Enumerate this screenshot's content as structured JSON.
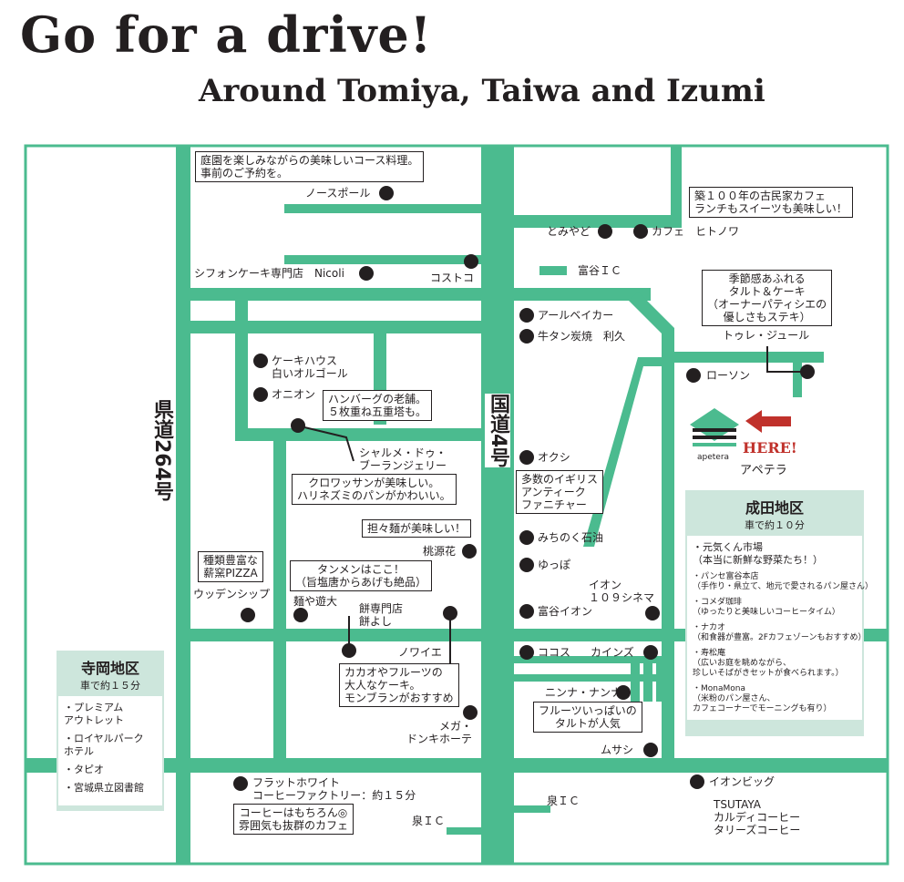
{
  "title": "Go for a drive!",
  "subtitle": "Around Tomiya, Taiwa and Izumi",
  "colors": {
    "road": "#4bbb8f",
    "area_bg": "#cde6dc",
    "here_red": "#c0312b",
    "marker": "#231f20"
  },
  "roads": {
    "prefectural": "県道264号",
    "national": "国道4号"
  },
  "places": {
    "north_pole": "ノースポール",
    "nicoli": "シフォンケーキ専門店　Nicoli",
    "costco": "コストコ",
    "tomiyado": "とみやど",
    "hitonowa": "カフェ　ヒトノワ",
    "tomiya_ic": "富谷ＩＣ",
    "r_baker": "アールベイカー",
    "gyutan": "牛タン炭焼　利久",
    "cake_house": "ケーキハウス\n白いオルゴール",
    "onion": "オニオン",
    "toure_jour": "トゥレ・ジュール",
    "lawson": "ローソン",
    "apetera_logo": "apetera",
    "apetera": "アペテラ",
    "here": "HERE!",
    "okushi": "オクシ",
    "charmes": "シャルメ・ドゥ・\nブーランジェリー",
    "tougenka": "桃源花",
    "michinoku": "みちのく石油",
    "yuppo": "ゆっぽ",
    "aeon_cinema": "イオン\n１０９シネマ",
    "tomiya_aeon": "富谷イオン",
    "wooden_ship": "ウッデンシップ",
    "menya": "麺や遊大",
    "mochiyoshi": "餅専門店\n餅よし",
    "noie": "ノワイエ",
    "cocos": "ココス",
    "kainzu": "カインズ",
    "ninna": "ニンナ・ナンナ",
    "mega": "メガ・\nドンキホーテ",
    "musashi": "ムサシ",
    "flat_white": "フラットホワイト\nコーヒーファクトリー：約１５分",
    "izumi_ic_1": "泉ＩＣ",
    "izumi_ic_2": "泉ＩＣ",
    "aeon_big": "イオンビッグ",
    "tsutaya": "TSUTAYA\nカルディコーヒー\nタリーズコーヒー"
  },
  "notes": {
    "course": "庭園を楽しみながらの美味しいコース料理。\n事前のご予約を。",
    "old_cafe": "築１００年の古民家カフェ\nランチもスイーツも美味しい！",
    "tart": "季節感あふれる\nタルト＆ケーキ\n（オーナーパティシエの\n優しさもステキ）",
    "hamburg": "ハンバーグの老舗。\n５枚重ね五重塔も。",
    "antique": "多数のイギリス\nアンティーク\nファニチャー",
    "croissant": "クロワッサンが美味しい。\nハリネズミのパンがかわいい。",
    "tantan": "担々麺が美味しい！",
    "pizza": "種類豊富な\n薪窯PIZZA",
    "tanmen": "タンメンはここ！\n（旨塩唐からあげも絶品）",
    "cacao": "カカオやフルーツの\n大人なケーキ。\nモンブランがおすすめ",
    "fruit_tart": "フルーツいっぱいの\nタルトが人気",
    "coffee": "コーヒーはもちろん◎\n雰囲気も抜群のカフェ"
  },
  "narita": {
    "title": "成田地区",
    "time": "車で約１０分",
    "items": [
      "・元気くん市場\n（本当に新鮮な野菜たち！）",
      "・パンセ富谷本店\n（手作り・県立て、地元で愛されるパン屋さん）",
      "・コメダ珈琲\n（ゆったりと美味しいコーヒータイム）",
      "・ナカオ\n（和食器が豊富。2Fカフェゾーンもおすすめ）",
      "・寿松庵\n（広いお庭を眺めながら、\n珍しいそばがきセットが食べられます。）",
      "・MonaMona\n（米粉のパン屋さん、\nカフェコーナーでモーニングも有り）"
    ]
  },
  "teraoka": {
    "title": "寺岡地区",
    "time": "車で約１５分",
    "items": [
      "・プレミアム\nアウトレット",
      "・ロイヤルパーク\nホテル",
      "・タピオ",
      "・宮城県立図書館"
    ]
  }
}
